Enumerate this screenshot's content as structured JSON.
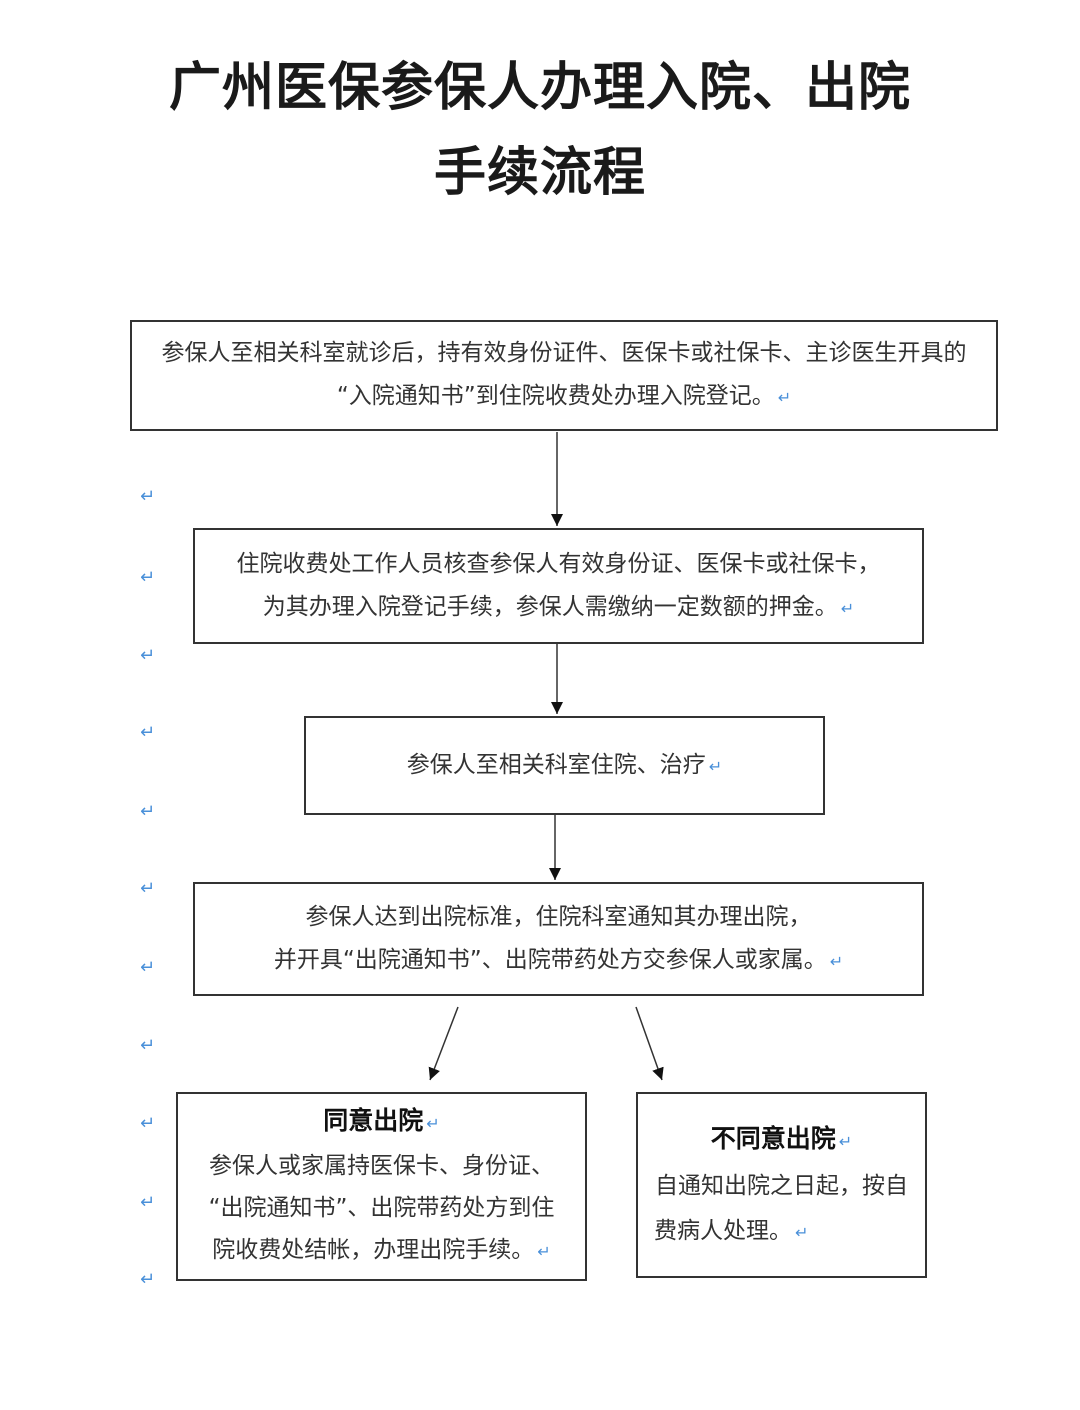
{
  "title": {
    "line1": "广州医保参保人办理入院、出院",
    "line2": "手续流程"
  },
  "steps": [
    {
      "lines": [
        "参保人至相关科室就诊后，持有效身份证件、医保卡或社保卡、主诊医生开具的",
        "“入院通知书”到住院收费处办理入院登记。"
      ]
    },
    {
      "lines": [
        "住院收费处工作人员核查参保人有效身份证、医保卡或社保卡，",
        "为其办理入院登记手续，参保人需缴纳一定数额的押金。"
      ]
    },
    {
      "lines": [
        "参保人至相关科室住院、治疗"
      ]
    },
    {
      "lines": [
        "参保人达到出院标准，住院科室通知其办理出院，",
        "并开具“出院通知书”、出院带药处方交参保人或家属。"
      ]
    }
  ],
  "branches": [
    {
      "heading": "同意出院",
      "lines": [
        "参保人或家属持医保卡、身份证、",
        "“出院通知书”、出院带药处方到住",
        "院收费处结帐，办理出院手续。"
      ]
    },
    {
      "heading": "不同意出院",
      "lines": [
        "自通知出院之日起，按自",
        "费病人处理。"
      ]
    }
  ],
  "colors": {
    "line": "#333333",
    "paragraph_mark": "#4a90d9"
  },
  "icons": {
    "paragraph_mark": "↵"
  }
}
